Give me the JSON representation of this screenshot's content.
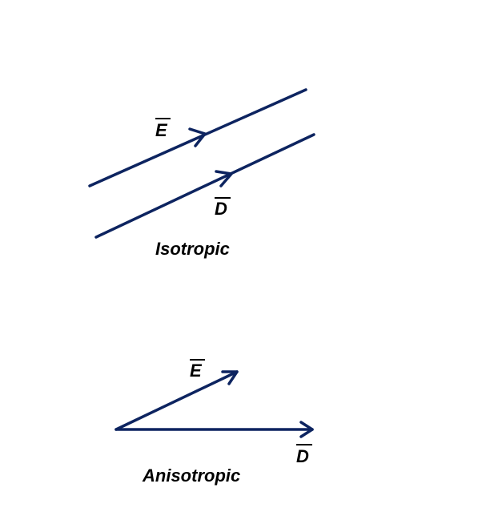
{
  "colors": {
    "ink": "#0d2460",
    "text": "#000000"
  },
  "isotropic": {
    "caption": "Isotropic",
    "e_label": "E",
    "d_label": "D"
  },
  "anisotropic": {
    "caption": "Anisotropic",
    "e_label": "E",
    "d_label": "D"
  }
}
